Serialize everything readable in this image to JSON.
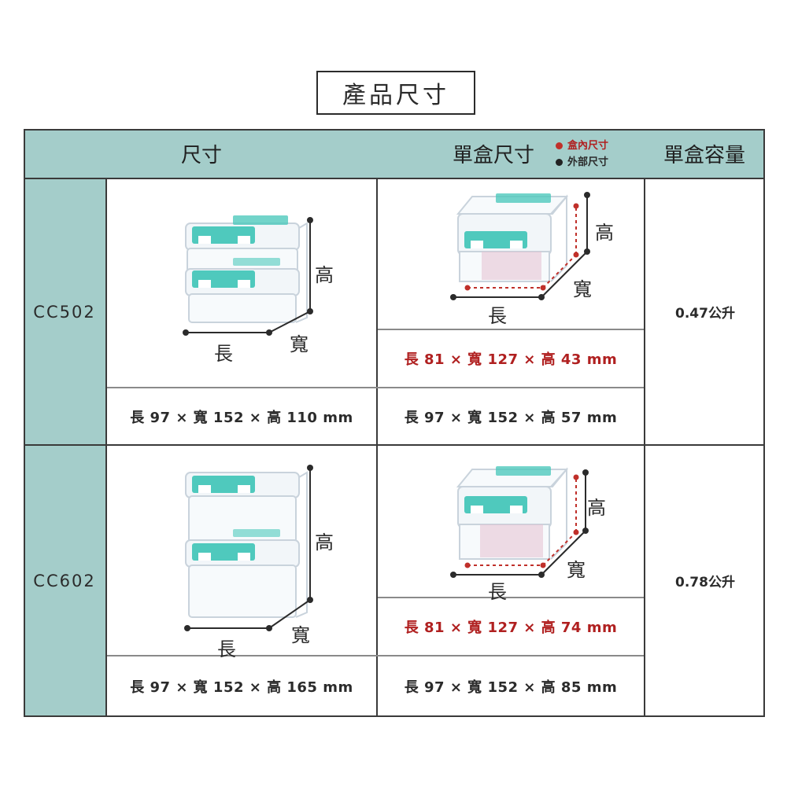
{
  "title": "產品尺寸",
  "header": {
    "col_size": "尺寸",
    "col_box": "單盒尺寸",
    "col_capacity": "單盒容量",
    "legend_inner": "盒內尺寸",
    "legend_outer": "外部尺寸"
  },
  "colors": {
    "teal": "#a4cdca",
    "inner_red": "#c0302a",
    "outer_black": "#222222",
    "lid_teal": "#4fc9bd"
  },
  "labels": {
    "length": "長",
    "width": "寬",
    "height": "高"
  },
  "rows": [
    {
      "model": "CC502",
      "stack_dims": "長 97 × 寬 152 × 高 110  mm",
      "inner_dims": "長 81 × 寬 127 × 高 43  mm",
      "outer_dims": "長 97 × 寬 152 × 高 57  mm",
      "capacity": "0.47公升"
    },
    {
      "model": "CC602",
      "stack_dims": "長 97 × 寬 152 × 高 165  mm",
      "inner_dims": "長 81 × 寬 127 × 高 74  mm",
      "outer_dims": "長 97 × 寬 152 × 高 85  mm",
      "capacity": "0.78公升"
    }
  ]
}
